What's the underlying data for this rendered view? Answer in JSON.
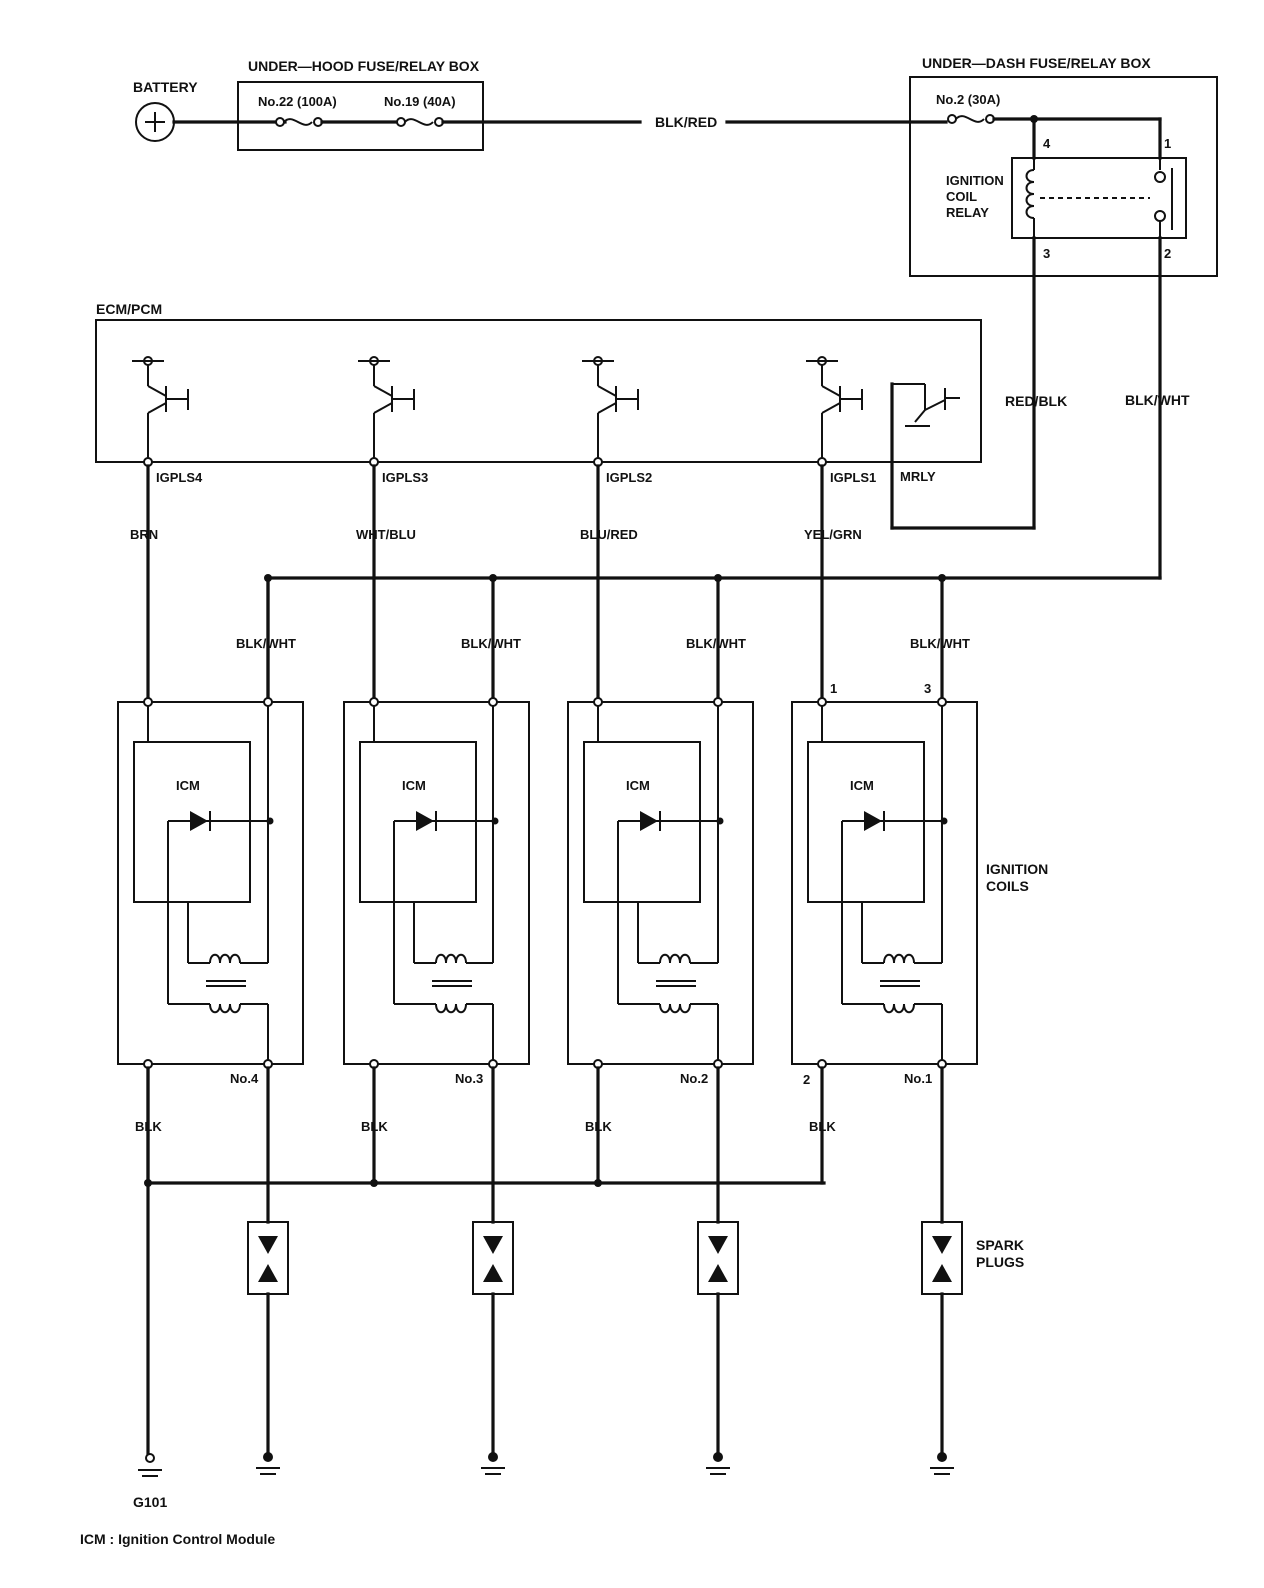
{
  "battery": {
    "label": "BATTERY"
  },
  "under_hood": {
    "title": "UNDER—HOOD FUSE/RELAY BOX",
    "fuse_a": "No.22 (100A)",
    "fuse_b": "No.19 (40A)"
  },
  "main_wire": {
    "label": "BLK/RED"
  },
  "under_dash": {
    "title": "UNDER—DASH FUSE/RELAY BOX",
    "fuse": "No.2 (30A)",
    "relay_line1": "IGNITION",
    "relay_line2": "COIL",
    "relay_line3": "RELAY",
    "pin1": "1",
    "pin2": "2",
    "pin3": "3",
    "pin4": "4"
  },
  "ecm": {
    "title": "ECM/PCM",
    "mrly": "MRLY"
  },
  "relay_wires": {
    "red_blk": "RED/BLK",
    "blk_wht": "BLK/WHT"
  },
  "channels": [
    {
      "terminal": "IGPLS4",
      "wire": "BRN",
      "feed": "BLK/WHT",
      "module": "ICM",
      "coil": "No.4",
      "ground": "BLK"
    },
    {
      "terminal": "IGPLS3",
      "wire": "WHT/BLU",
      "feed": "BLK/WHT",
      "module": "ICM",
      "coil": "No.3",
      "ground": "BLK"
    },
    {
      "terminal": "IGPLS2",
      "wire": "BLU/RED",
      "feed": "BLK/WHT",
      "module": "ICM",
      "coil": "No.2",
      "ground": "BLK"
    },
    {
      "terminal": "IGPLS1",
      "wire": "YEL/GRN",
      "feed": "BLK/WHT",
      "module": "ICM",
      "coil": "No.1",
      "ground": "BLK"
    }
  ],
  "coil_pins": {
    "p1": "1",
    "p3": "3",
    "p2": "2"
  },
  "ignition_coils": {
    "line1": "IGNITION",
    "line2": "COILS"
  },
  "spark_plugs": {
    "line1": "SPARK",
    "line2": "PLUGS"
  },
  "ground": {
    "label": "G101"
  },
  "footnote": "ICM : Ignition Control Module"
}
